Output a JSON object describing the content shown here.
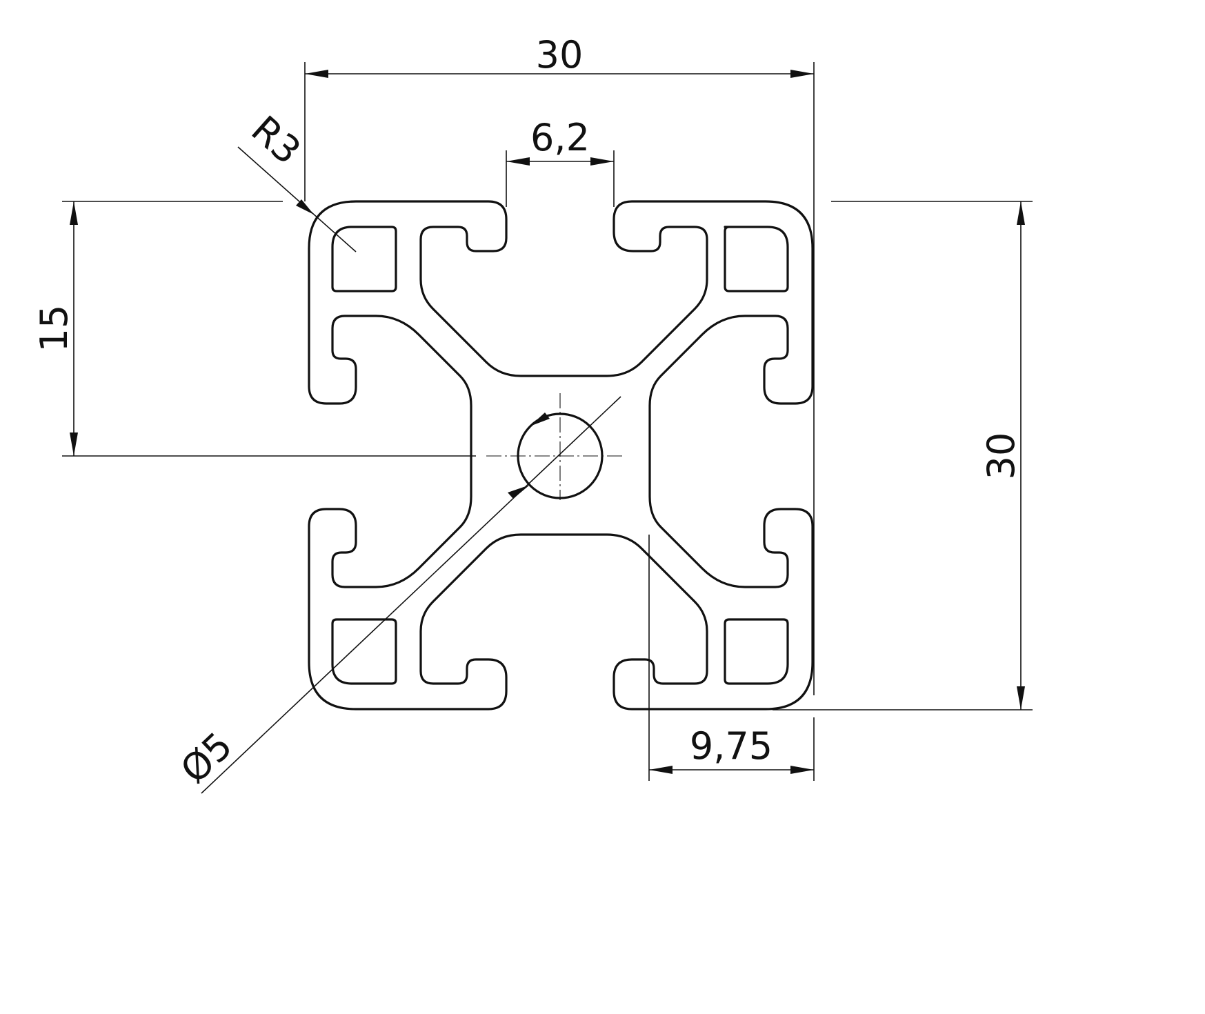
{
  "drawing": {
    "subject": "30x30 aluminium T-slot extrusion profile cross-section",
    "line_color": "#111111",
    "background": "#ffffff"
  },
  "dimensions": {
    "overall_width": "30",
    "slot_opening": "6,2",
    "corner_radius": "R3",
    "half_height": "15",
    "overall_height": "30",
    "core_hole_diameter": "Ø5",
    "slot_offset": "9,75"
  }
}
